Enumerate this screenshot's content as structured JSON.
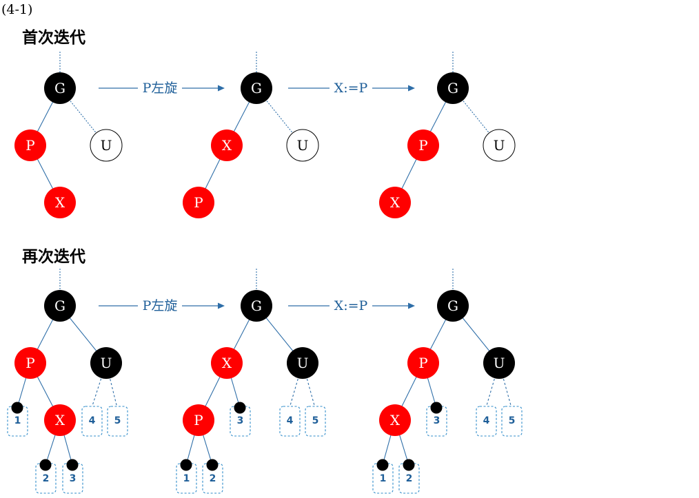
{
  "figure_label": "(4-1)",
  "sections": [
    {
      "title": "首次迭代",
      "operations": [
        "P左旋",
        "X:=P"
      ],
      "trees": [
        {
          "nodes": [
            {
              "id": "G",
              "label": "G",
              "color": "black"
            },
            {
              "id": "P",
              "label": "P",
              "color": "red"
            },
            {
              "id": "U",
              "label": "U",
              "color": "white"
            },
            {
              "id": "X",
              "label": "X",
              "color": "red"
            }
          ]
        },
        {
          "nodes": [
            {
              "id": "G",
              "label": "G",
              "color": "black"
            },
            {
              "id": "X",
              "label": "X",
              "color": "red"
            },
            {
              "id": "U",
              "label": "U",
              "color": "white"
            },
            {
              "id": "P",
              "label": "P",
              "color": "red"
            }
          ]
        },
        {
          "nodes": [
            {
              "id": "G",
              "label": "G",
              "color": "black"
            },
            {
              "id": "P",
              "label": "P",
              "color": "red"
            },
            {
              "id": "U",
              "label": "U",
              "color": "white"
            },
            {
              "id": "X",
              "label": "X",
              "color": "red"
            }
          ]
        }
      ]
    },
    {
      "title": "再次迭代",
      "operations": [
        "P左旋",
        "X:=P"
      ],
      "trees": [
        {
          "nodes": [
            {
              "id": "G",
              "label": "G",
              "color": "black"
            },
            {
              "id": "P",
              "label": "P",
              "color": "red"
            },
            {
              "id": "U",
              "label": "U",
              "color": "black"
            },
            {
              "id": "X",
              "label": "X",
              "color": "red"
            }
          ],
          "subtrees": [
            "1",
            "2",
            "3",
            "4",
            "5"
          ]
        },
        {
          "nodes": [
            {
              "id": "G",
              "label": "G",
              "color": "black"
            },
            {
              "id": "X",
              "label": "X",
              "color": "red"
            },
            {
              "id": "U",
              "label": "U",
              "color": "black"
            },
            {
              "id": "P",
              "label": "P",
              "color": "red"
            }
          ],
          "subtrees": [
            "1",
            "2",
            "3",
            "4",
            "5"
          ]
        },
        {
          "nodes": [
            {
              "id": "G",
              "label": "G",
              "color": "black"
            },
            {
              "id": "P",
              "label": "P",
              "color": "red"
            },
            {
              "id": "U",
              "label": "U",
              "color": "black"
            },
            {
              "id": "X",
              "label": "X",
              "color": "red"
            }
          ],
          "subtrees": [
            "1",
            "2",
            "3",
            "4",
            "5"
          ]
        }
      ]
    }
  ],
  "colors": {
    "red_node": "#ff0000",
    "black_node": "#000000",
    "white_node": "#ffffff",
    "edge": "#2e6ea8",
    "operation_text": "#1f5f99",
    "subtree_border": "#2e8bc9"
  }
}
